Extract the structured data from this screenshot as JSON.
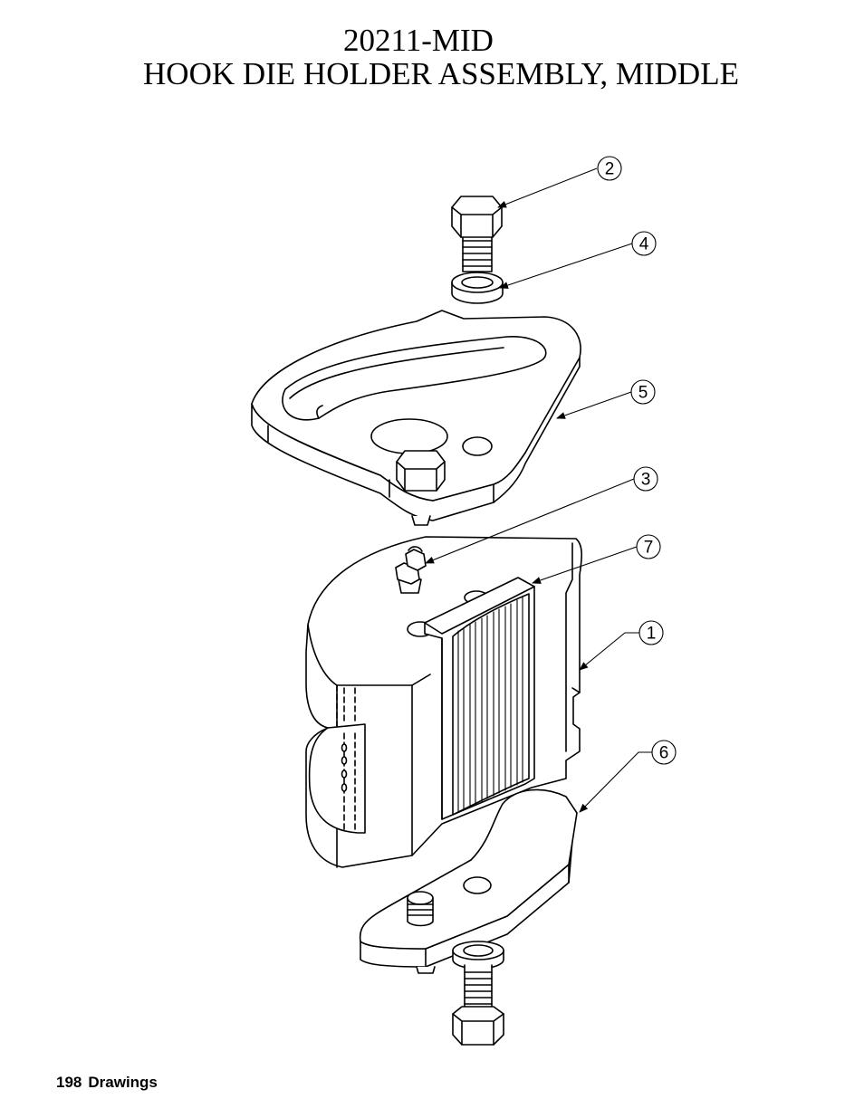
{
  "title": {
    "part_number": "20211-MID",
    "description": "HOOK DIE HOLDER ASSEMBLY, MIDDLE"
  },
  "callouts": [
    {
      "label": "2"
    },
    {
      "label": "4"
    },
    {
      "label": "5"
    },
    {
      "label": "3"
    },
    {
      "label": "7"
    },
    {
      "label": "1"
    },
    {
      "label": "6"
    }
  ],
  "footer": {
    "page_number": "198",
    "section": "Drawings"
  },
  "colors": {
    "line": "#000000",
    "background": "#ffffff"
  }
}
